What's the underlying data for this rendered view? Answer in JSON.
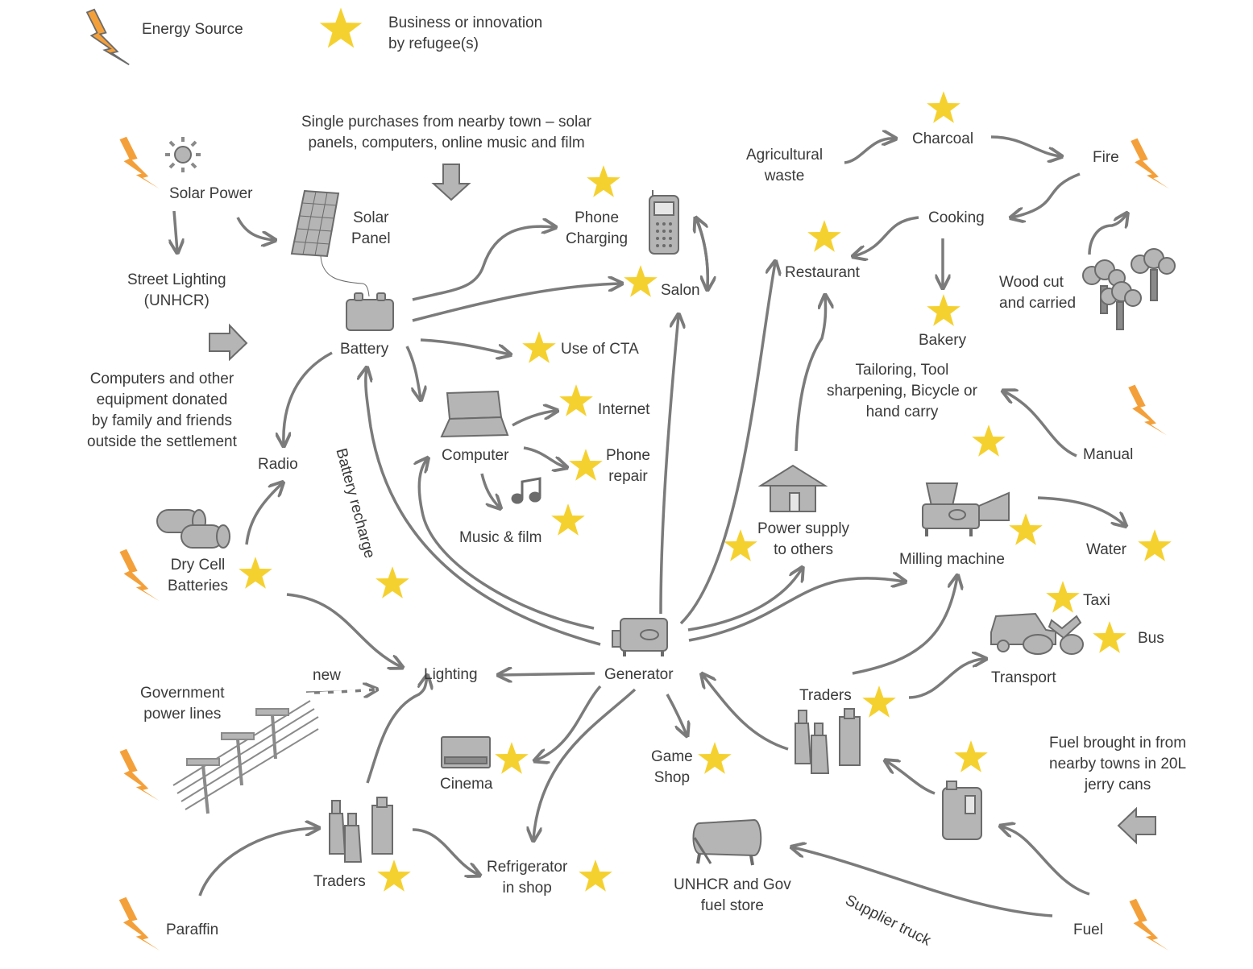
{
  "legend": {
    "energy_source": "Energy Source",
    "business": "Business or innovation\nby refugee(s)"
  },
  "nodes": {
    "solar_power": "Solar Power",
    "solar_panel": "Solar\nPanel",
    "single_purchases": "Single purchases from nearby town – solar\npanels, computers, online music and film",
    "street_lighting": "Street Lighting\n(UNHCR)",
    "computers_donated": "Computers and other\nequipment donated\nby family and friends\noutside the settlement",
    "battery": "Battery",
    "radio": "Radio",
    "phone_charging": "Phone\nCharging",
    "salon": "Salon",
    "use_of_cta": "Use of CTA",
    "internet": "Internet",
    "computer": "Computer",
    "phone_repair": "Phone\nrepair",
    "music_film": "Music & film",
    "battery_recharge": "Battery recharge",
    "dry_cell": "Dry Cell\nBatteries",
    "lighting": "Lighting",
    "new": "new",
    "government_power_lines": "Government\npower lines",
    "generator": "Generator",
    "cinema": "Cinema",
    "game_shop": "Game\nShop",
    "refrigerator": "Refrigerator\nin shop",
    "traders_left": "Traders",
    "paraffin": "Paraffin",
    "agricultural_waste": "Agricultural\nwaste",
    "charcoal": "Charcoal",
    "fire": "Fire",
    "cooking": "Cooking",
    "restaurant": "Restaurant",
    "bakery": "Bakery",
    "wood_cut": "Wood cut\nand carried",
    "tailoring": "Tailoring, Tool\nsharpening, Bicycle or\nhand carry",
    "manual": "Manual",
    "power_supply": "Power supply\nto others",
    "milling_machine": "Milling machine",
    "water": "Water",
    "taxi": "Taxi",
    "bus": "Bus",
    "transport": "Transport",
    "traders_right": "Traders",
    "fuel_brought": "Fuel brought in from\nnearby towns in 20L\njerry cans",
    "unhcr_fuel_store": "UNHCR and Gov\nfuel store",
    "supplier_truck": "Supplier truck",
    "fuel": "Fuel"
  },
  "colors": {
    "star": "#f5d130",
    "bolt": "#f4a03a",
    "icon_fill": "#b5b5b5",
    "icon_stroke": "#6b6b6b",
    "arrow": "#7b7b7b",
    "text": "#3a3a3a"
  },
  "icons": [
    "lightning-bolt-icon",
    "star-icon",
    "sun-icon",
    "solar-panel-icon",
    "battery-icon",
    "mobile-phone-icon",
    "laptop-icon",
    "music-note-icon",
    "dry-cell-battery-icon",
    "power-pylon-icon",
    "generator-icon",
    "cinema-icon",
    "jerry-can-icon",
    "fuel-tank-icon",
    "house-icon",
    "tree-icon",
    "milling-machine-icon",
    "car-icon",
    "down-arrow-icon",
    "right-arrow-icon",
    "left-arrow-icon"
  ]
}
